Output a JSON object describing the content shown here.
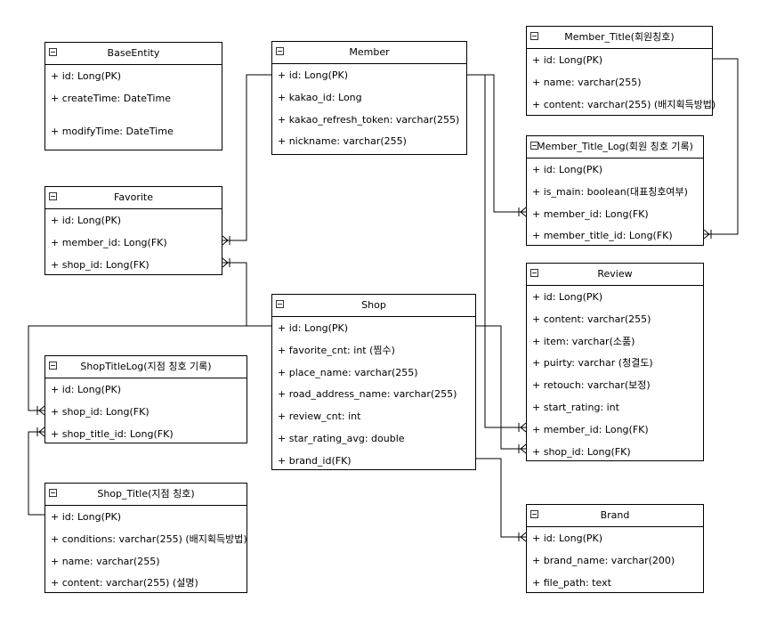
{
  "entities": {
    "base_entity": {
      "title": "BaseEntity",
      "fields": [
        "+ id: Long(PK)",
        "+ createTime: DateTime",
        "",
        "+ modifyTime: DateTime"
      ]
    },
    "member": {
      "title": "Member",
      "fields": [
        "+ id: Long(PK)",
        "+ kakao_id: Long",
        "+ kakao_refresh_token: varchar(255)",
        "+ nickname: varchar(255)"
      ]
    },
    "member_title": {
      "title": "Member_Title(회원칭호)",
      "fields": [
        "+ id: Long(PK)",
        "+ name: varchar(255)",
        "+ content: varchar(255) (배지획득방법)"
      ]
    },
    "member_title_log": {
      "title": "Member_Title_Log(회원 칭호 기록)",
      "fields": [
        "+ id: Long(PK)",
        "+ is_main: boolean(대표칭호여부)",
        "+ member_id: Long(FK)",
        "+ member_title_id: Long(FK)"
      ]
    },
    "favorite": {
      "title": "Favorite",
      "fields": [
        "+ id: Long(PK)",
        "+ member_id: Long(FK)",
        "+ shop_id: Long(FK)"
      ]
    },
    "shop": {
      "title": "Shop",
      "fields": [
        "+ id: Long(PK)",
        "+ favorite_cnt: int (찜수)",
        "+ place_name: varchar(255)",
        "+ road_address_name: varchar(255)",
        "+ review_cnt: int",
        "+ star_rating_avg: double",
        "+ brand_id(FK)"
      ]
    },
    "review": {
      "title": "Review",
      "fields": [
        "+ id: Long(PK)",
        "+ content: varchar(255)",
        "+ item: varchar(소품)",
        "+ puirty: varchar (청결도)",
        "+ retouch: varchar(보정)",
        "+ start_rating: int",
        "+ member_id: Long(FK)",
        "+ shop_id: Long(FK)"
      ]
    },
    "shop_title_log": {
      "title": "ShopTitleLog(지점 칭호 기록)",
      "fields": [
        "+ id: Long(PK)",
        "+ shop_id: Long(FK)",
        "+ shop_title_id: Long(FK)"
      ]
    },
    "shop_title": {
      "title": "Shop_Title(지점 칭호)",
      "fields": [
        "+ id: Long(PK)",
        "+ conditions: varchar(255) (배지획득방법)",
        "+ name: varchar(255)",
        "+ content: varchar(255) (설명)"
      ]
    },
    "brand": {
      "title": "Brand",
      "fields": [
        "+ id: Long(PK)",
        "+ brand_name: varchar(200)",
        "+ file_path: text"
      ]
    }
  }
}
